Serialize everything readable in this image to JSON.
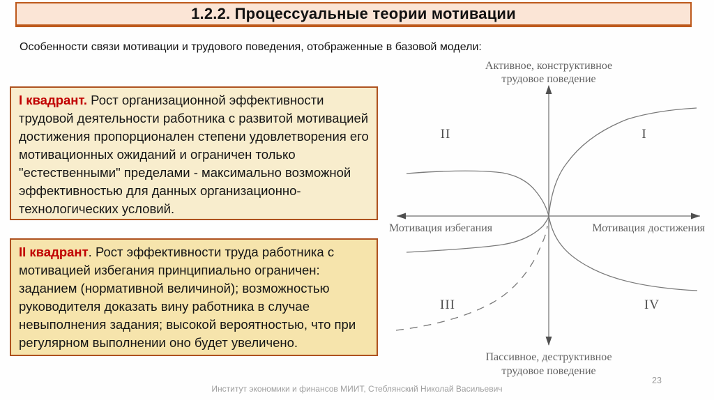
{
  "slide": {
    "title": "1.2.2. Процессуальные теории мотивации",
    "subtitle": "Особенности связи мотивации и трудового поведения, отображенные в базовой модели:",
    "footer": "Институт экономики и финансов МИИТ, Стеблянский Николай Васильевич",
    "page_number": "23"
  },
  "quadrant_boxes": [
    {
      "label": "I квадрант.",
      "body": " Рост организационной эффективности трудовой деятельности работника с развитой мотивацией достижения пропорционален степени удовлетворения его мотивационных ожиданий и ограничен только \"естественными\" пределами - максимально возможной эффективностью для данных организационно-технологических условий."
    },
    {
      "label": "II квадрант",
      "body": ". Рост эффективности труда работника с мотивацией избегания принципиально ограничен: заданием (нормативной величиной); возможностью руководителя доказать вину работника в случае невыполнения задания; высокой вероятностью, что при регулярном выполнении оно будет увеличено."
    }
  ],
  "diagram": {
    "axis_top_line1": "Активное, конструктивное",
    "axis_top_line2": "трудовое поведение",
    "axis_bottom_line1": "Пассивное, деструктивное",
    "axis_bottom_line2": "трудовое поведение",
    "axis_left": "Мотивация избегания",
    "axis_right": "Мотивация достижения",
    "quadrant_1": "I",
    "quadrant_2": "II",
    "quadrant_3": "III",
    "quadrant_4": "IV",
    "curves": [
      {
        "quadrant": "I",
        "style": "solid",
        "shape": "rises steeply from origin, saturates high right"
      },
      {
        "quadrant": "II",
        "style": "solid",
        "shape": "flat moderate height at far left, drops to origin"
      },
      {
        "quadrant": "III",
        "style": "solid",
        "shape": "flat shallow depth at far left, rises to origin"
      },
      {
        "quadrant": "IV",
        "style": "solid",
        "shape": "drops steeply from origin, saturates low right"
      },
      {
        "quadrant": "III",
        "style": "dashed",
        "shape": "deep at far left, climbs to origin along vertical axis"
      }
    ]
  },
  "colors": {
    "title_bar_bg": "#fbe5d6",
    "title_bar_border": "#bd591c",
    "box_border": "#ae5220",
    "box1_bg": "#f8edcd",
    "box2_bg": "#f6e4ac",
    "quadrant_label_red": "#c00000",
    "diagram_gray": "#7a7a7a"
  }
}
